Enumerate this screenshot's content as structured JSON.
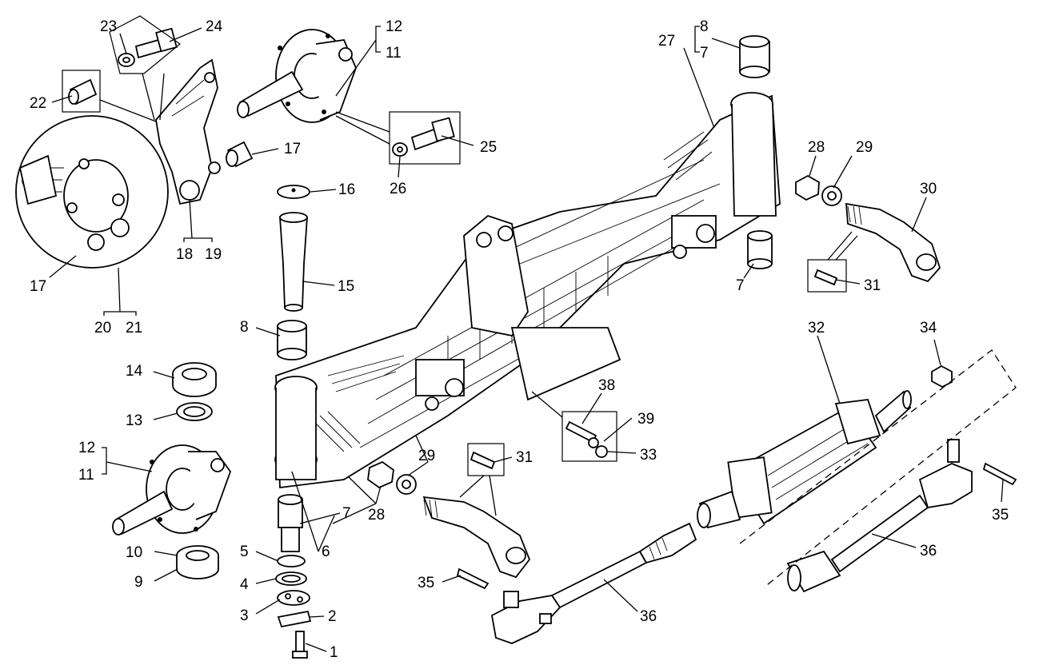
{
  "labels": {
    "l1": "1",
    "l2": "2",
    "l3": "3",
    "l4": "4",
    "l5": "5",
    "l6": "6",
    "l7a": "7",
    "l7b": "7",
    "l7c": "7",
    "l8a": "8",
    "l8b": "8",
    "l9": "9",
    "l10": "10",
    "l11a": "11",
    "l11b": "11",
    "l12a": "12",
    "l12b": "12",
    "l13": "13",
    "l14": "14",
    "l15": "15",
    "l16": "16",
    "l17a": "17",
    "l17b": "17",
    "l18": "18",
    "l19": "19",
    "l20": "20",
    "l21": "21",
    "l22": "22",
    "l23": "23",
    "l24": "24",
    "l25": "25",
    "l26": "26",
    "l27": "27",
    "l28a": "28",
    "l28b": "28",
    "l29a": "29",
    "l29b": "29",
    "l30": "30",
    "l31a": "31",
    "l31b": "31",
    "l32": "32",
    "l33": "33",
    "l34": "34",
    "l35a": "35",
    "l35b": "35",
    "l36a": "36",
    "l36b": "36",
    "l38": "38",
    "l39": "39"
  }
}
